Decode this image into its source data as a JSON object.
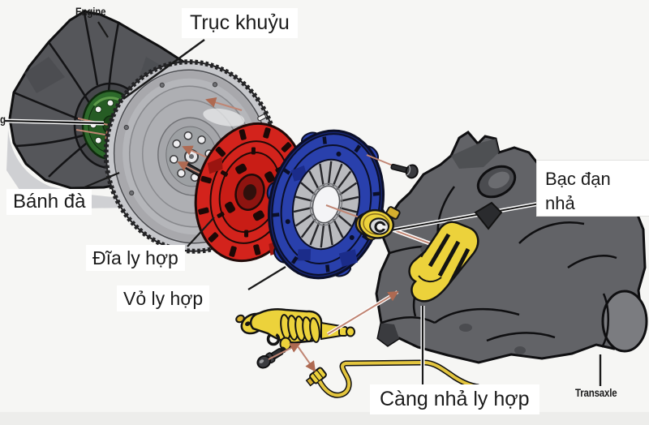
{
  "title": "Clutch and transaxle exploded diagram",
  "labels": {
    "engine": "Engine",
    "crankshaft": "Trục khuỷu",
    "flywheel": "Bánh đà",
    "clutch_disc": "Đĩa ly hợp",
    "clutch_cover": "Vỏ ly hợp",
    "release_bearing": "Bạc đạn\nnhả",
    "release_fork": "Càng nhả ly hợp",
    "transaxle": "Transaxle",
    "edge_fragment": "g"
  },
  "colors": {
    "engine_body": "#55565a",
    "crankshaft_flange": "#2d6a2b",
    "flywheel_face": "#b5b6ba",
    "clutch_disc": "#d3231c",
    "clutch_cover": "#2940ac",
    "yellow_parts": "#ecd23b",
    "transaxle_body": "#626367",
    "centerline": "#c08573",
    "leader": "#1a1a1a"
  }
}
